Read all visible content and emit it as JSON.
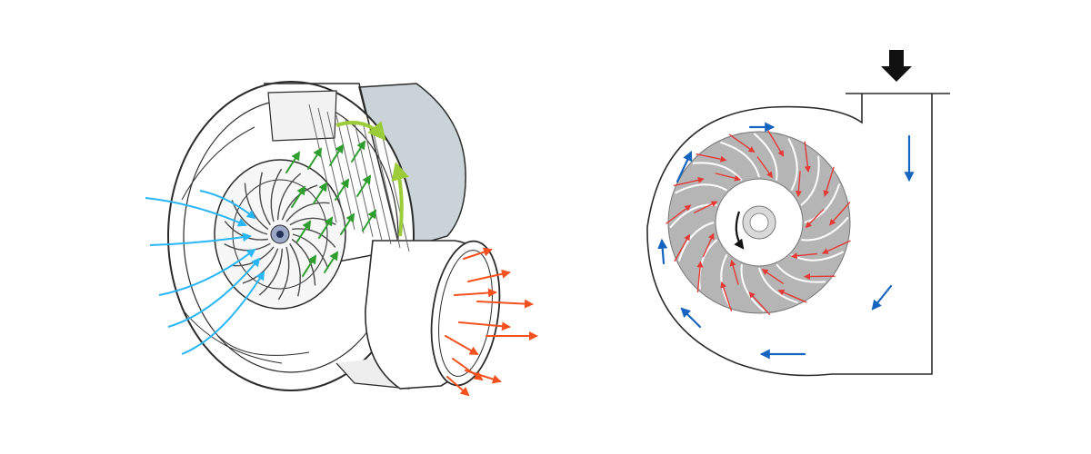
{
  "diagram": {
    "left_figure": {
      "name": "cutaway-centrifugal-fan",
      "inlet_arrows": 6,
      "impeller_blade_count": 18,
      "impeller_flow_arrows": 14,
      "outlet_arrows": 10,
      "rotation_arrows": 2
    },
    "right_figure": {
      "name": "centrifugal-fan-cross-section",
      "blade_count": 16,
      "inward_arrows_outer": 15,
      "inward_arrows_inner": 9,
      "volute_flow_arrows": 7,
      "rotation_arrows": 1,
      "inlet_marker": "down-arrow"
    },
    "colors": {
      "inlet_flow": "#29b6f6",
      "impeller_flow": "#2e9e2e",
      "outlet_flow": "#f4511e",
      "rotation_swirl": "#9ccc3a",
      "radial_flow": "#e53935",
      "volute_flow": "#1565c0",
      "impeller_fill": "#b5b5b5",
      "outline": "#2b2b2b",
      "shroud_fill": "#c9d3d8",
      "rotation_arrow": "#111111"
    }
  }
}
